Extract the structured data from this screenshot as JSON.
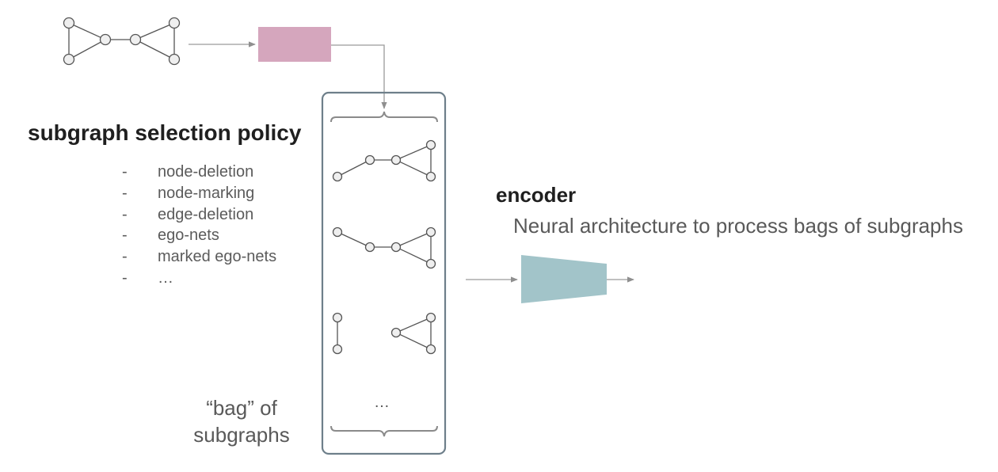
{
  "policy": {
    "title": "subgraph selection policy",
    "items": [
      {
        "bullet": "-",
        "label": "node-deletion"
      },
      {
        "bullet": "-",
        "label": "node-marking"
      },
      {
        "bullet": "-",
        "label": "edge-deletion"
      },
      {
        "bullet": "-",
        "label": "ego-nets"
      },
      {
        "bullet": "-",
        "label": "marked ego-nets"
      },
      {
        "bullet": "-",
        "label": "…"
      }
    ]
  },
  "bag": {
    "label": "“bag” of subgraphs",
    "ellipsis": "…",
    "subgraph_count_shown": 3
  },
  "encoder": {
    "title": "encoder",
    "description": "Neural architecture to process bags of subgraphs"
  },
  "colors": {
    "policy_box": "#d5a6bd",
    "encoder_trapezoid": "#a2c4c9",
    "bag_border": "#6e7f8a",
    "node_fill": "#efefef",
    "edge": "#555555",
    "arrow": "#9a9a9a"
  }
}
